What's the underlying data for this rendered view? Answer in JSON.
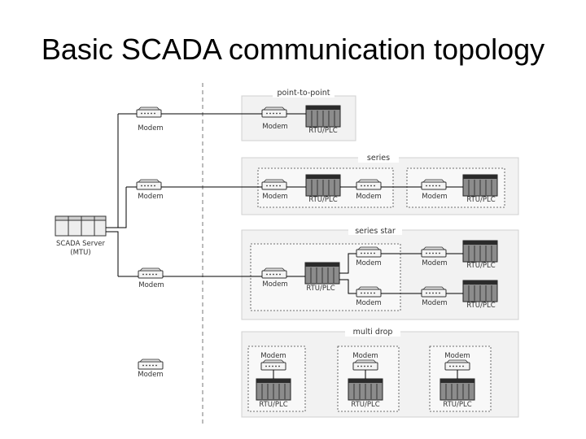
{
  "title": "Basic SCADA communication topology",
  "server": {
    "label1": "SCADA Server",
    "label2": "(MTU)"
  },
  "groups": {
    "p2p": "point-to-point",
    "series": "series",
    "star": "series star",
    "multidrop": "multi drop"
  },
  "labels": {
    "modem": "Modem",
    "rtu": "RTU/PLC"
  },
  "colors": {
    "line": "#000000",
    "frame": "#f2f2f2",
    "rtu": "#8c8c8c"
  }
}
